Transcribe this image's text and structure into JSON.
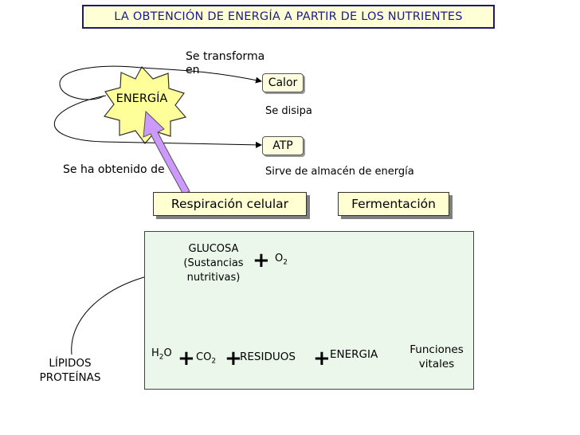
{
  "title": "LA OBTENCIÓN DE ENERGÍA A PARTIR DE LOS NUTRIENTES",
  "energy_label": "ENERGÍA",
  "transform_label": "Se transforma en",
  "heat": {
    "label": "Calor",
    "note": "Se disipa"
  },
  "atp": {
    "label": "ATP",
    "note": "Sirve de almacén de energía"
  },
  "obtained_label": "Se ha obtenido de",
  "processes": [
    "Respiración celular",
    "Fermentación"
  ],
  "reaction": {
    "glucose": [
      "GLUCOSA",
      "(Sustancias",
      "nutritivas)"
    ],
    "oxygen": "O",
    "oxygen_sub": "2",
    "water": "H",
    "water_sub": "2",
    "water_tail": "O",
    "co2": "CO",
    "co2_sub": "2",
    "residues": "RESIDUOS",
    "energy": "ENERGIA",
    "functions": [
      "Funciones",
      "vitales"
    ]
  },
  "other_nutrients": [
    "LÍPIDOS",
    "PROTEÍNAS"
  ],
  "colors": {
    "title_text": "#1a1a8e",
    "box_fill": "#ffffd2",
    "panel_fill": "#eaf7ea",
    "star_fill": "#ffff99",
    "big_arrow": "#cc99ff"
  }
}
